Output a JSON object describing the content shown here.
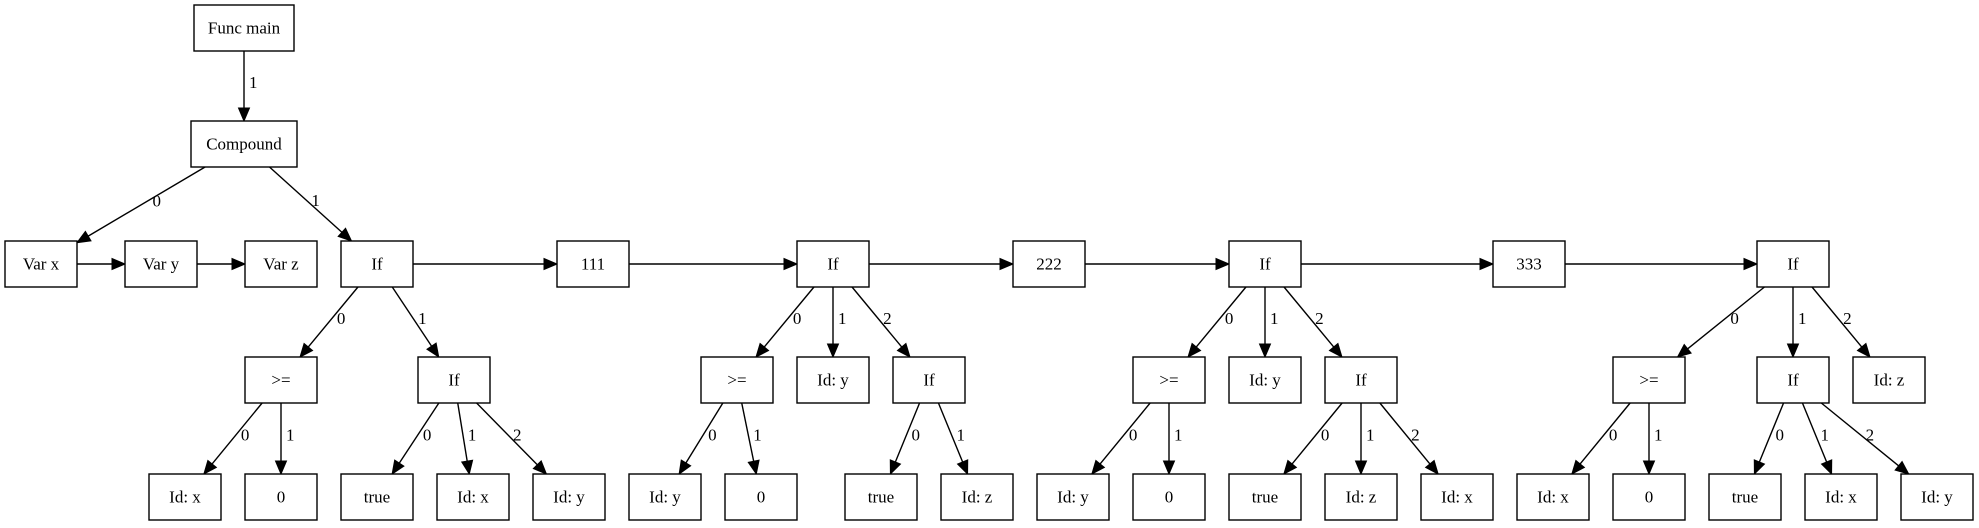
{
  "nodes": [
    {
      "id": "main",
      "label": "Func main"
    },
    {
      "id": "compound",
      "label": "Compound"
    },
    {
      "id": "varx",
      "label": "Var x"
    },
    {
      "id": "vary",
      "label": "Var y"
    },
    {
      "id": "varz",
      "label": "Var z"
    },
    {
      "id": "if1",
      "label": "If"
    },
    {
      "id": "n111",
      "label": "111"
    },
    {
      "id": "if2",
      "label": "If"
    },
    {
      "id": "n222",
      "label": "222"
    },
    {
      "id": "if3",
      "label": "If"
    },
    {
      "id": "n333",
      "label": "333"
    },
    {
      "id": "if4",
      "label": "If"
    },
    {
      "id": "ge1",
      "label": ">="
    },
    {
      "id": "if1b",
      "label": "If"
    },
    {
      "id": "ge2",
      "label": ">="
    },
    {
      "id": "idy2",
      "label": "Id: y"
    },
    {
      "id": "if2b",
      "label": "If"
    },
    {
      "id": "ge3",
      "label": ">="
    },
    {
      "id": "idy3",
      "label": "Id: y"
    },
    {
      "id": "if3b",
      "label": "If"
    },
    {
      "id": "ge4",
      "label": ">="
    },
    {
      "id": "if4b",
      "label": "If"
    },
    {
      "id": "idz4",
      "label": "Id: z"
    },
    {
      "id": "l1",
      "label": "Id: x"
    },
    {
      "id": "l2",
      "label": "0"
    },
    {
      "id": "l3",
      "label": "true"
    },
    {
      "id": "l4",
      "label": "Id: x"
    },
    {
      "id": "l5",
      "label": "Id: y"
    },
    {
      "id": "l6",
      "label": "Id: y"
    },
    {
      "id": "l7",
      "label": "0"
    },
    {
      "id": "l8",
      "label": "true"
    },
    {
      "id": "l9",
      "label": "Id: z"
    },
    {
      "id": "l10",
      "label": "Id: y"
    },
    {
      "id": "l11",
      "label": "0"
    },
    {
      "id": "l12",
      "label": "true"
    },
    {
      "id": "l13",
      "label": "Id: z"
    },
    {
      "id": "l14",
      "label": "Id: x"
    },
    {
      "id": "l15",
      "label": "Id: x"
    },
    {
      "id": "l16",
      "label": "0"
    },
    {
      "id": "l17",
      "label": "true"
    },
    {
      "id": "l18",
      "label": "Id: x"
    },
    {
      "id": "l19",
      "label": "Id: y"
    }
  ],
  "edges": [
    {
      "from": "main",
      "to": "compound",
      "label": "1"
    },
    {
      "from": "compound",
      "to": "varx",
      "label": "0"
    },
    {
      "from": "compound",
      "to": "if1",
      "label": "1"
    },
    {
      "from": "varx",
      "to": "vary",
      "label": ""
    },
    {
      "from": "vary",
      "to": "varz",
      "label": ""
    },
    {
      "from": "if1",
      "to": "n111",
      "label": ""
    },
    {
      "from": "n111",
      "to": "if2",
      "label": ""
    },
    {
      "from": "if2",
      "to": "n222",
      "label": ""
    },
    {
      "from": "n222",
      "to": "if3",
      "label": ""
    },
    {
      "from": "if3",
      "to": "n333",
      "label": ""
    },
    {
      "from": "n333",
      "to": "if4",
      "label": ""
    },
    {
      "from": "if1",
      "to": "ge1",
      "label": "0"
    },
    {
      "from": "if1",
      "to": "if1b",
      "label": "1"
    },
    {
      "from": "ge1",
      "to": "l1",
      "label": "0"
    },
    {
      "from": "ge1",
      "to": "l2",
      "label": "1"
    },
    {
      "from": "if1b",
      "to": "l3",
      "label": "0"
    },
    {
      "from": "if1b",
      "to": "l4",
      "label": "1"
    },
    {
      "from": "if1b",
      "to": "l5",
      "label": "2"
    },
    {
      "from": "if2",
      "to": "ge2",
      "label": "0"
    },
    {
      "from": "if2",
      "to": "idy2",
      "label": "1"
    },
    {
      "from": "if2",
      "to": "if2b",
      "label": "2"
    },
    {
      "from": "ge2",
      "to": "l6",
      "label": "0"
    },
    {
      "from": "ge2",
      "to": "l7",
      "label": "1"
    },
    {
      "from": "if2b",
      "to": "l8",
      "label": "0"
    },
    {
      "from": "if2b",
      "to": "l9",
      "label": "1"
    },
    {
      "from": "if3",
      "to": "ge3",
      "label": "0"
    },
    {
      "from": "if3",
      "to": "idy3",
      "label": "1"
    },
    {
      "from": "if3",
      "to": "if3b",
      "label": "2"
    },
    {
      "from": "ge3",
      "to": "l10",
      "label": "0"
    },
    {
      "from": "ge3",
      "to": "l11",
      "label": "1"
    },
    {
      "from": "if3b",
      "to": "l12",
      "label": "0"
    },
    {
      "from": "if3b",
      "to": "l13",
      "label": "1"
    },
    {
      "from": "if3b",
      "to": "l14",
      "label": "2"
    },
    {
      "from": "if4",
      "to": "ge4",
      "label": "0"
    },
    {
      "from": "if4",
      "to": "if4b",
      "label": "1"
    },
    {
      "from": "if4",
      "to": "idz4",
      "label": "2"
    },
    {
      "from": "ge4",
      "to": "l15",
      "label": "0"
    },
    {
      "from": "ge4",
      "to": "l16",
      "label": "1"
    },
    {
      "from": "if4b",
      "to": "l17",
      "label": "0"
    },
    {
      "from": "if4b",
      "to": "l18",
      "label": "1"
    },
    {
      "from": "if4b",
      "to": "l19",
      "label": "2"
    }
  ]
}
